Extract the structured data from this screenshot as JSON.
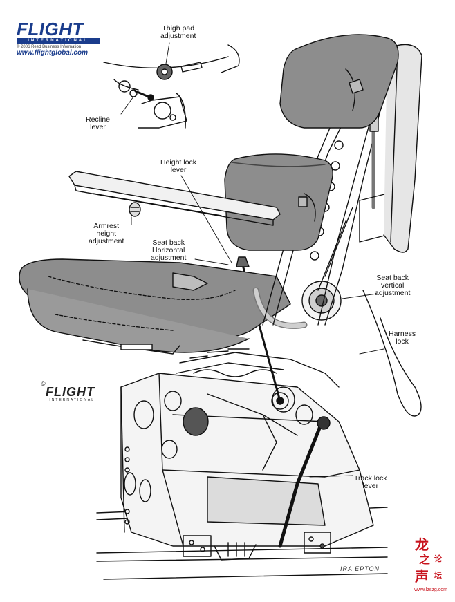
{
  "branding": {
    "logo_word": "FLIGHT",
    "logo_band": "INTERNATIONAL",
    "copyright_line": "© 2006 Reed Business Information",
    "url": "www.flightglobal.com",
    "secondary_logo_word": "FLIGHT",
    "secondary_logo_band": "INTERNATIONAL",
    "copyright_symbol": "©"
  },
  "labels": {
    "thigh_pad": "Thigh pad\nadjustment",
    "recline_lever": "Recline\nlever",
    "height_lock": "Height lock\nlever",
    "armrest": "Armrest\nheight\nadjustment",
    "seat_back_horizontal": "Seat back\nHorizontal\nadjustment",
    "seat_back_vertical": "Seat back\nvertical\nadjustment",
    "harness_lock": "Harness\nlock",
    "track_lock": "Track lock\nlever"
  },
  "signature": "IRA EPTON",
  "watermark": {
    "chars": [
      "龙",
      "之",
      "声",
      "论",
      "坛"
    ],
    "url": "www.lzszg.com"
  },
  "colors": {
    "brand_blue": "#1a3c8c",
    "cushion_gray": "#8d8d8d",
    "line": "#111111",
    "watermark_red": "#c8141e"
  }
}
